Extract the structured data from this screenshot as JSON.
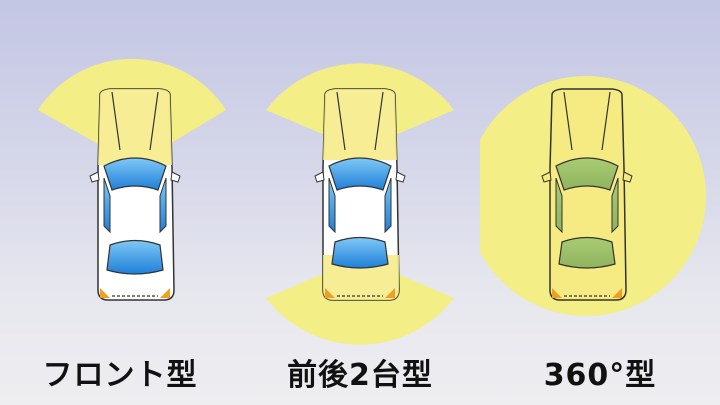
{
  "captions": {
    "front": "フロント型",
    "front_rear": "前後2台型",
    "full": "360°型"
  },
  "colors": {
    "coverage": "#f3ee86",
    "car_body_white": "#ffffff",
    "car_body_yellow": "#f6ea82",
    "glass_blue": "#2d8fe0",
    "glass_green": "#9dc06a",
    "outline": "#333333",
    "light_orange": "#f0a020"
  }
}
